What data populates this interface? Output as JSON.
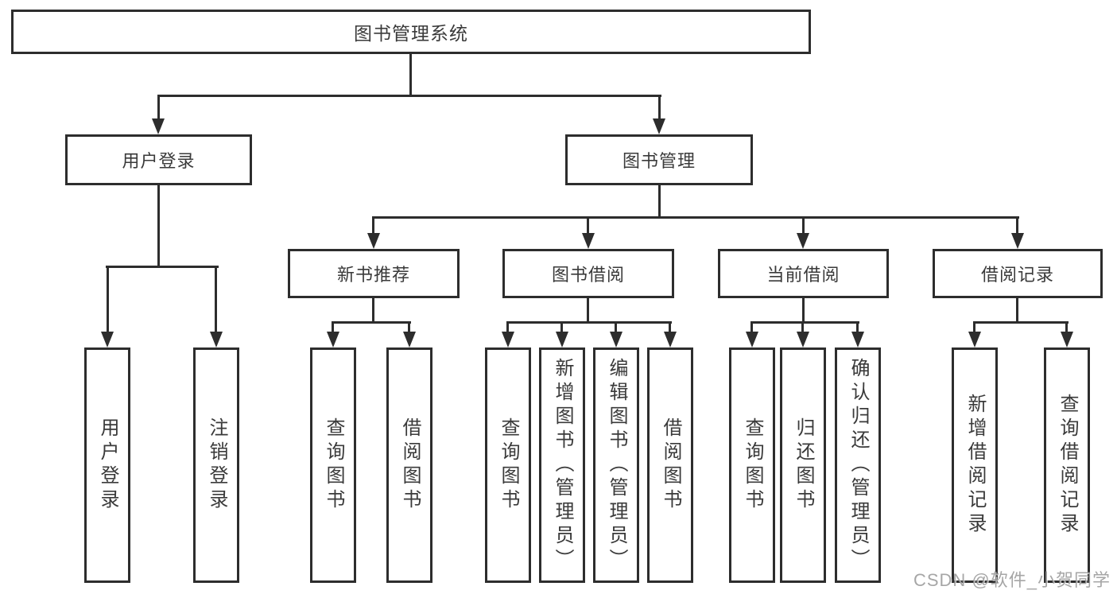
{
  "watermark": "CSDN @软件_小贺同学",
  "nodes": {
    "root": "图书管理系统",
    "user_login": "用户登录",
    "book_mgmt": "图书管理",
    "new_books": "新书推荐",
    "book_borrow": "图书借阅",
    "current_borrow": "当前借阅",
    "borrow_records": "借阅记录",
    "ul_user_login": "用户登录",
    "ul_logout": "注销登录",
    "nb_query_books": "查询图书",
    "nb_borrow_books": "借阅图书",
    "bb_query_books": "查询图书",
    "bb_add_books": "新增图书（管理员）",
    "bb_edit_books": "编辑图书（管理员）",
    "bb_borrow_books": "借阅图书",
    "cb_query_books": "查询图书",
    "cb_return_books": "归还图书",
    "cb_confirm_return": "确认归还（管理员）",
    "br_add_record": "新增借阅记录",
    "br_query_record": "查询借阅记录"
  }
}
